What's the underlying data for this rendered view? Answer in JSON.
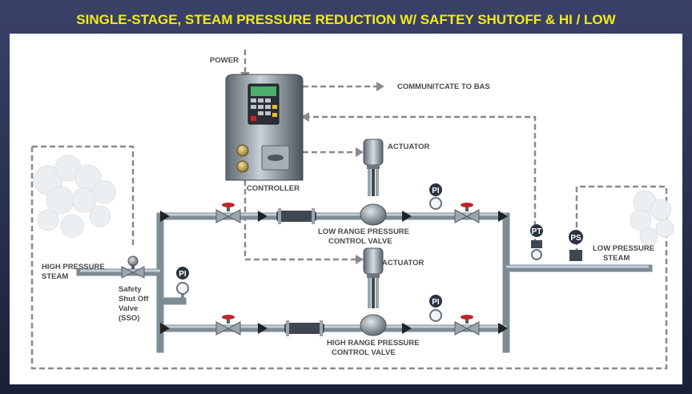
{
  "title": "SINGLE-STAGE, STEAM PRESSURE REDUCTION W/ SAFTEY SHUTOFF &  HI / LOW",
  "labels": {
    "power": "POWER",
    "bas": "COMMUNITCATE TO BAS",
    "controller": "CONTROLLER",
    "actuator_top": "ACTUATOR",
    "actuator_bottom": "ACTUATOR",
    "low_range_1": "LOW RANGE PRESSURE",
    "low_range_2": "CONTROL VALVE",
    "high_range_1": "HIGH RANGE PRESSURE",
    "high_range_2": "CONTROL VALVE",
    "hp_1": "HIGH PRESSURE",
    "hp_2": "STEAM",
    "lp_1": "LOW PRESSURE",
    "lp_2": "STEAM",
    "sso_1": "Safety",
    "sso_2": "Shut Off",
    "sso_3": "Valve",
    "sso_4": "(SSO)"
  },
  "instruments": {
    "pi_left": "PI",
    "pi_top": "PI",
    "pi_bottom": "PI",
    "pt": "PT",
    "ps": "PS"
  },
  "colors": {
    "title_bg": "#23294a",
    "title_text": "#f2ea18",
    "frame": "#23294a",
    "pipe": "#7d8b95",
    "arrow": "#222222",
    "valve_handle": "#c0252b",
    "dashed_line": "#8a8a8a"
  },
  "icons": [
    "steam-cloud-icon",
    "arrow-icon",
    "gate-valve-icon",
    "control-valve-icon",
    "gauge-icon",
    "controller-icon"
  ]
}
